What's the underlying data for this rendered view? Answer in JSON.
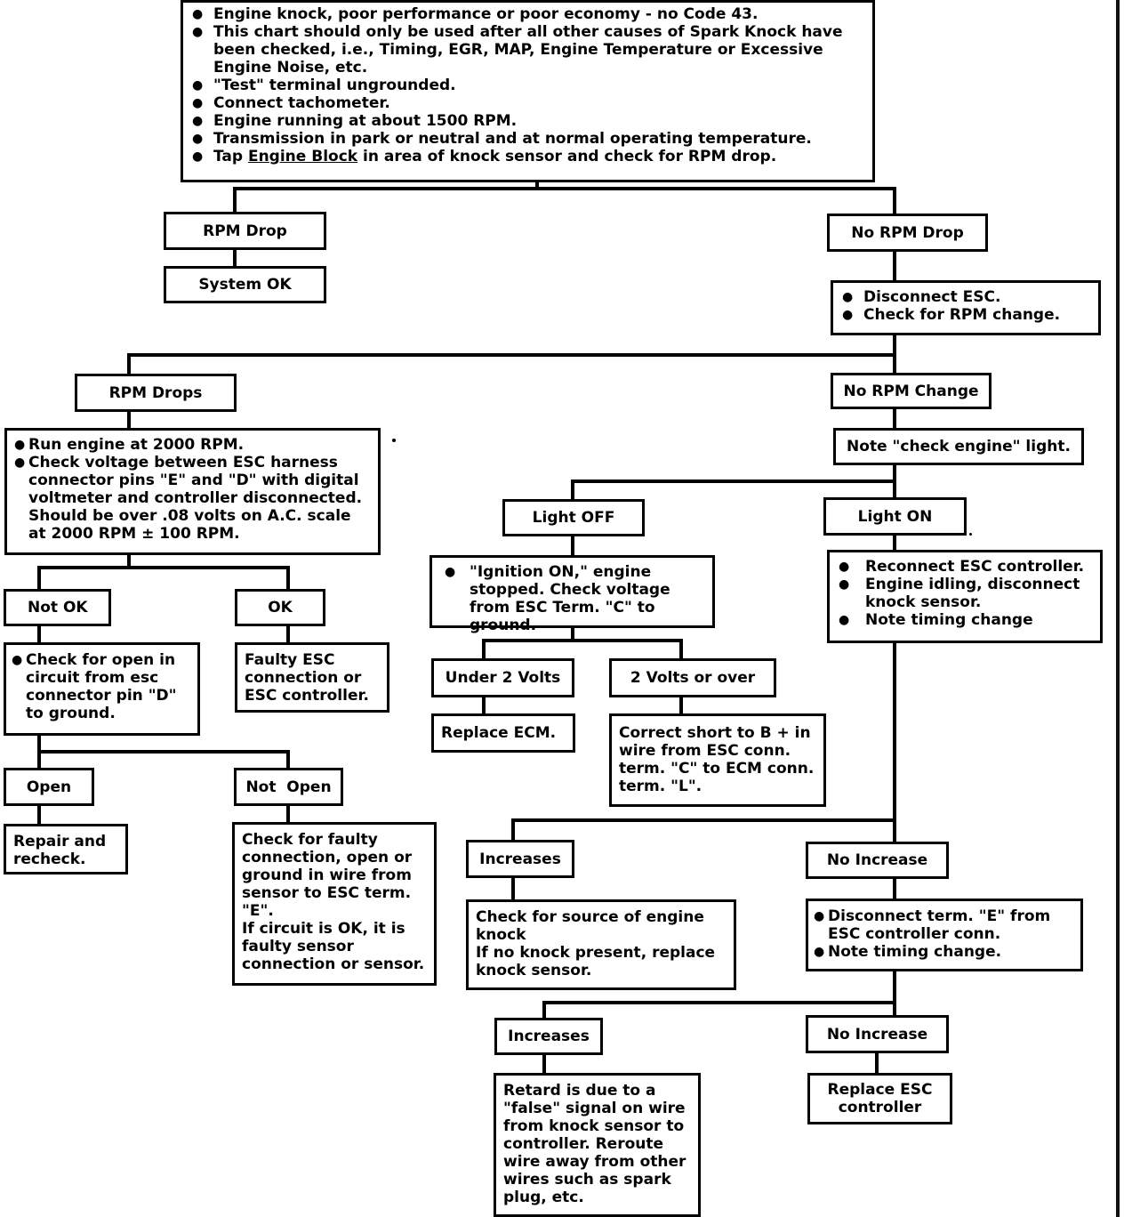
{
  "start": {
    "items": [
      "Engine knock, poor performance or poor economy - no Code 43.",
      "This chart should only be used after all other causes of Spark Knock have been checked, i.e., Timing, EGR, MAP, Engine Temperature or Excessive Engine Noise, etc.",
      "\"Test\" terminal ungrounded.",
      "Connect tachometer.",
      "Engine running at about 1500 RPM.",
      "Transmission in park or neutral and at normal operating temperature."
    ],
    "last_prefix": "Tap ",
    "last_underlined": "Engine Block",
    "last_suffix": " in area of knock sensor and check for RPM drop."
  },
  "rpm_drop": "RPM Drop",
  "system_ok": "System OK",
  "no_rpm_drop": "No RPM Drop",
  "disconnect_esc": [
    "Disconnect ESC.",
    "Check for RPM change."
  ],
  "rpm_drops": "RPM Drops",
  "no_rpm_change": "No RPM Change",
  "run_engine": [
    "Run engine at 2000 RPM.",
    "Check voltage between ESC harness connector pins \"E\" and \"D\" with digital voltmeter and controller disconnected. Should be over .08 volts on A.C. scale at 2000 RPM ± 100 RPM."
  ],
  "note_check_engine": "Note \"check engine\" light.",
  "light_off": "Light OFF",
  "light_on": "Light ON",
  "ignition_on": "\"Ignition ON,\" engine stopped. Check voltage from ESC Term. \"C\" to ground.",
  "reconnect": [
    "Reconnect ESC controller.",
    "Engine idling, disconnect knock sensor.",
    "Note timing change"
  ],
  "not_ok": "Not OK",
  "ok": "OK",
  "check_open": "Check for open in circuit from esc connector pin \"D\" to ground.",
  "faulty_esc": "Faulty ESC connection or ESC controller.",
  "under_2v": "Under 2 Volts",
  "over_2v": "2 Volts or over",
  "replace_ecm": "Replace ECM.",
  "correct_short": "Correct short to B + in wire from ESC conn. term. \"C\" to ECM conn. term. \"L\".",
  "open": "Open",
  "not_open": "Not  Open",
  "repair": "Repair and recheck.",
  "check_faulty": "Check for faulty connection, open or ground in wire from sensor to ESC term. \"E\".",
  "check_faulty_2": "If circuit is OK, it is faulty sensor connection or sensor.",
  "increases_1": "Increases",
  "no_increase_1": "No Increase",
  "check_source": "Check for source of engine knock",
  "check_source_2": "If no knock present, replace knock sensor.",
  "disconnect_term": [
    "Disconnect  term. \"E\" from ESC controller conn.",
    "Note timing change."
  ],
  "increases_2": "Increases",
  "no_increase_2": "No Increase",
  "retard": "Retard is due to a \"false\" signal on wire from knock sensor to controller.  Reroute wire away from other wires such as spark plug, etc.",
  "replace_esc": "Replace ESC controller"
}
